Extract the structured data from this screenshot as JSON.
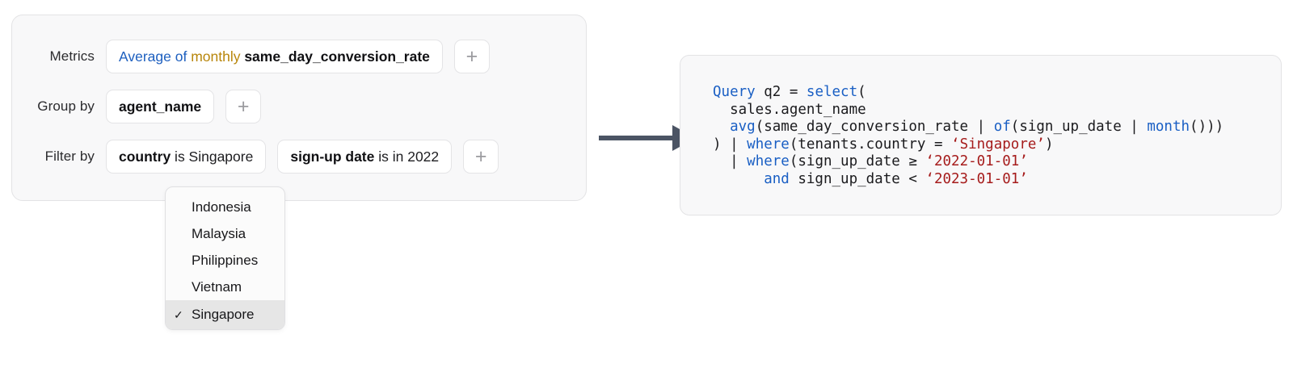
{
  "builder": {
    "rows": [
      {
        "label": "Metrics",
        "pills": [
          {
            "name": "metric-pill-average-monthly",
            "tokens": [
              {
                "text": "Average of ",
                "style": "blue"
              },
              {
                "text": "monthly ",
                "style": "gold"
              },
              {
                "text": "same_day_conversion_rate",
                "style": "bold"
              }
            ]
          }
        ],
        "add_label": "+"
      },
      {
        "label": "Group by",
        "pills": [
          {
            "name": "groupby-pill-agent-name",
            "tokens": [
              {
                "text": "agent_name",
                "style": "bold"
              }
            ]
          }
        ],
        "add_label": "+"
      },
      {
        "label": "Filter by",
        "pills": [
          {
            "name": "filter-pill-country",
            "tokens": [
              {
                "text": "country",
                "style": "bold"
              },
              {
                "text": " is Singapore",
                "style": "plain"
              }
            ]
          },
          {
            "name": "filter-pill-signup-date",
            "tokens": [
              {
                "text": "sign-up date",
                "style": "bold"
              },
              {
                "text": " is in 2022",
                "style": "plain"
              }
            ]
          }
        ],
        "add_label": "+"
      }
    ]
  },
  "dropdown": {
    "name": "country-dropdown",
    "check_glyph": "✓",
    "items": [
      {
        "label": "Indonesia",
        "selected": false
      },
      {
        "label": "Malaysia",
        "selected": false
      },
      {
        "label": "Philippines",
        "selected": false
      },
      {
        "label": "Vietnam",
        "selected": false
      },
      {
        "label": "Singapore",
        "selected": true
      }
    ]
  },
  "arrow": {
    "name": "flow-arrow",
    "color": "#4b5464"
  },
  "code": {
    "lines": [
      [
        {
          "text": "Query",
          "style": "kw"
        },
        {
          "text": " q2 = ",
          "style": "txt"
        },
        {
          "text": "select",
          "style": "kw"
        },
        {
          "text": "(",
          "style": "txt"
        }
      ],
      [
        {
          "text": "  sales.agent_name",
          "style": "txt"
        }
      ],
      [
        {
          "text": "  ",
          "style": "txt"
        },
        {
          "text": "avg",
          "style": "kw"
        },
        {
          "text": "(same_day_conversion_rate | ",
          "style": "txt"
        },
        {
          "text": "of",
          "style": "kw"
        },
        {
          "text": "(sign_up_date | ",
          "style": "txt"
        },
        {
          "text": "month",
          "style": "kw"
        },
        {
          "text": "())) ",
          "style": "txt"
        }
      ],
      [
        {
          "text": ") | ",
          "style": "txt"
        },
        {
          "text": "where",
          "style": "kw"
        },
        {
          "text": "(tenants.country = ",
          "style": "txt"
        },
        {
          "text": "‘Singapore’",
          "style": "str"
        },
        {
          "text": ")",
          "style": "txt"
        }
      ],
      [
        {
          "text": "  | ",
          "style": "txt"
        },
        {
          "text": "where",
          "style": "kw"
        },
        {
          "text": "(sign_up_date ≥ ",
          "style": "txt"
        },
        {
          "text": "‘2022-01-01’",
          "style": "str"
        }
      ],
      [
        {
          "text": "      ",
          "style": "txt"
        },
        {
          "text": "and",
          "style": "kw"
        },
        {
          "text": " sign_up_date < ",
          "style": "txt"
        },
        {
          "text": "‘2023-01-01’",
          "style": "str"
        }
      ]
    ]
  },
  "colors": {
    "accent_blue": "#1d5fbf",
    "accent_gold": "#b8860b",
    "code_keyword": "#1a5fc4",
    "code_string": "#a61c1c",
    "arrow": "#4b5464",
    "panel_bg": "#f8f8f9",
    "panel_border": "#e3e3e5",
    "dropdown_selected_bg": "#e6e6e6"
  }
}
